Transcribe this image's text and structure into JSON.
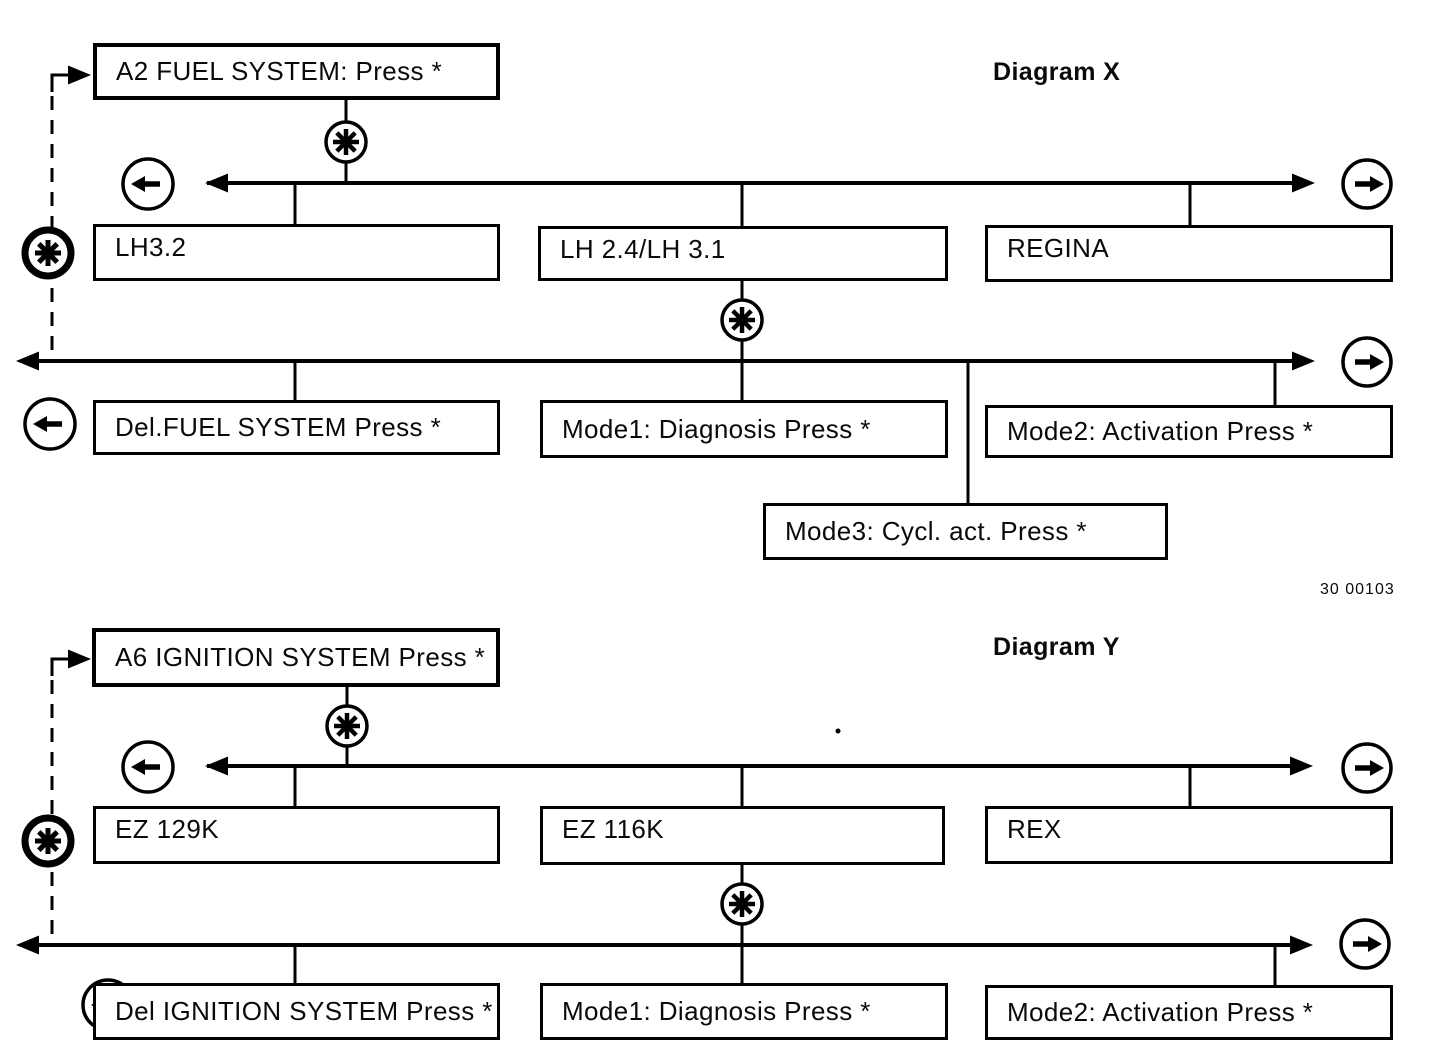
{
  "document": {
    "figure_number": "30 00103",
    "ink_color": "#000000",
    "paper_color": "#ffffff"
  },
  "diagrams": [
    {
      "title": "Diagram X",
      "root": "A2 FUEL SYSTEM: Press *",
      "row1": [
        "LH3.2",
        "LH 2.4/LH 3.1",
        "REGINA"
      ],
      "row2": [
        "Del.FUEL SYSTEM Press *",
        "Mode1: Diagnosis Press *",
        "Mode2: Activation Press *"
      ],
      "row3": [
        "Mode3: Cycl. act. Press *"
      ]
    },
    {
      "title": "Diagram Y",
      "root": "A6 IGNITION SYSTEM Press *",
      "row1": [
        "EZ 129K",
        "EZ 116K",
        "REX"
      ],
      "row2": [
        "Del IGNITION SYSTEM Press *",
        "Mode1: Diagnosis Press *",
        "Mode2: Activation Press *"
      ]
    }
  ],
  "icons": {
    "asterisk_circle": "asterisk-key",
    "bold_asterisk_circle": "asterisk-key-current",
    "left_arrow_circle": "scroll-left",
    "right_arrow_circle": "scroll-right"
  }
}
